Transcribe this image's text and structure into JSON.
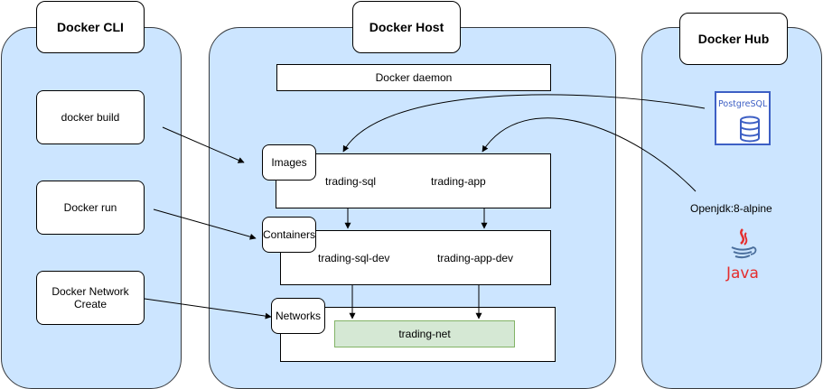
{
  "cli": {
    "title": "Docker CLI",
    "build": "docker build",
    "run": "Docker run",
    "network_create": "Docker Network Create"
  },
  "host": {
    "title": "Docker Host",
    "daemon": "Docker daemon",
    "images_label": "Images",
    "images": [
      "trading-sql",
      "trading-app"
    ],
    "containers_label": "Containers",
    "containers": [
      "trading-sql-dev",
      "trading-app-dev"
    ],
    "networks_label": "Networks",
    "network": "trading-net"
  },
  "hub": {
    "title": "Docker Hub",
    "postgres_logo_text": "PostgreSQL",
    "openjdk": "Openjdk:8-alpine",
    "java_logo_text": "Java"
  },
  "colors": {
    "panel_fill": "#cce5ff",
    "network_fill": "#d5e8d4",
    "network_border": "#82b366",
    "postgres_blue": "#3d5fc4",
    "java_red": "#e52d2d",
    "java_blue": "#4a6e9c"
  }
}
